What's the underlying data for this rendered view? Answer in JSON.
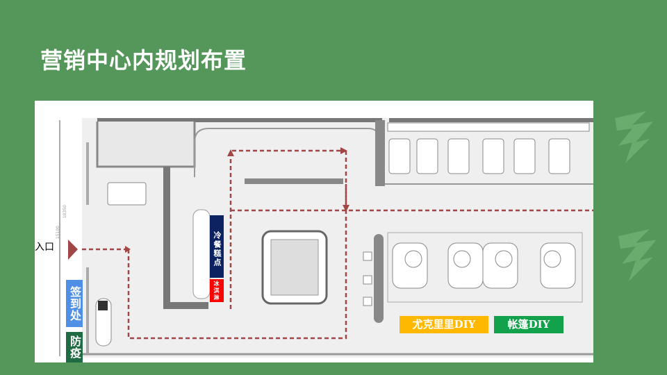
{
  "title": "营销中心内规划布置",
  "labels": {
    "entrance": "入口",
    "cold_dessert": "冷餐糕点",
    "ice_cream": "冰淇淋",
    "sign_in": "签到处",
    "epidemic": "防疫",
    "ukulele": "尤克里里DIY",
    "tent": "帐篷DIY"
  },
  "dimensions": [
    "10350",
    "15100"
  ],
  "colors": {
    "background": "#55975a",
    "cold_dessert": "#0d2260",
    "ice_cream": "#ff0000",
    "sign_in": "#4f8fe6",
    "epidemic": "#1f6b43",
    "ukulele": "#ffb800",
    "tent": "#12a24c",
    "route": "#a04646"
  }
}
